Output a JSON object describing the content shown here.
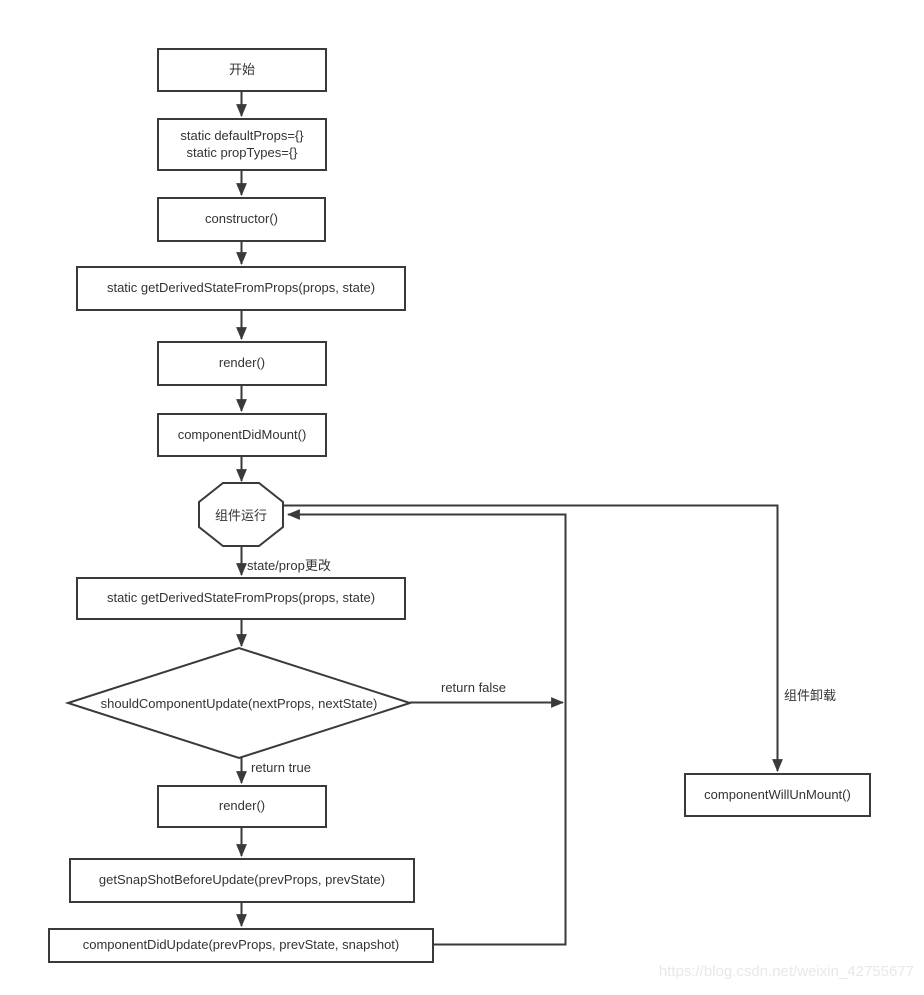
{
  "diagram": {
    "title_hint": "React component lifecycle flowchart",
    "colors": {
      "background": "#ffffff",
      "stroke": "#3a3a3a",
      "text": "#333333",
      "watermark": "#e8e8e8"
    },
    "nodes": {
      "start": "开始",
      "static_props_line1": "static defaultProps={}",
      "static_props_line2": "static propTypes={}",
      "constructor": "constructor()",
      "get_derived_state_1": "static getDerivedStateFromProps(props, state)",
      "render_1": "render()",
      "component_did_mount": "componentDidMount()",
      "component_running": "组件运行",
      "get_derived_state_2": "static getDerivedStateFromProps(props, state)",
      "should_component_update": "shouldComponentUpdate(nextProps, nextState)",
      "render_2": "render()",
      "get_snapshot_before_update": "getSnapShotBeforeUpdate(prevProps, prevState)",
      "component_did_update": "componentDidUpdate(prevProps, prevState, snapshot)",
      "component_will_unmount": "componentWillUnMount()"
    },
    "edge_labels": {
      "state_prop_change": "state/prop更改",
      "return_false": "return false",
      "return_true": "return true",
      "unmount": "组件卸载"
    },
    "watermark": "https://blog.csdn.net/weixin_42755677"
  }
}
